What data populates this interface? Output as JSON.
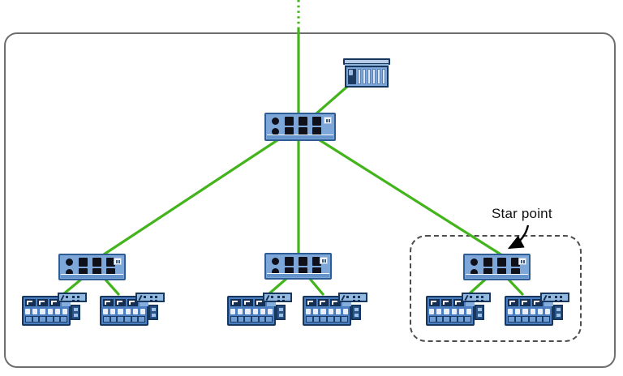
{
  "annotation": {
    "star_point_label": "Star point"
  },
  "topology": {
    "controller": {
      "icon": "plc-rack-icon",
      "connected_to": "central-switch"
    },
    "central_switch": {
      "icon": "ethernet-switch-icon",
      "uplink": "dotted-line-exiting-top-of-frame"
    },
    "branches": [
      {
        "switch": "switch-left",
        "icon": "ethernet-switch-icon",
        "io_devices": 2
      },
      {
        "switch": "switch-middle",
        "icon": "ethernet-switch-icon",
        "io_devices": 2
      },
      {
        "switch": "switch-right-star-point",
        "icon": "ethernet-switch-icon",
        "io_devices": 2,
        "annotated_as": "Star point",
        "enclosed_in_dashed_outline": true
      }
    ],
    "io_device_icon": "remote-io-module-icon",
    "link_style": "solid-green-line",
    "uplink_style": "dotted-green-line"
  },
  "colors": {
    "link_green": "#44b41d",
    "frame_border": "#6e6e6e",
    "dashed_border": "#4d4d4d",
    "switch_fill": "#7da7d9",
    "switch_border": "#2e5c94",
    "switch_base": "#6593cb",
    "port_dark": "#10101a",
    "label_bg": "#f2f6fb",
    "io_fill": "#4a7ec0",
    "io_border": "#17375e",
    "io_band_sq": "#142f52",
    "io_slat": "#6f9ed6",
    "io_slat_bg": "#1c3c66",
    "io_white": "#e9eff8",
    "attachment_fill": "#93b9e0",
    "side_block_fill": "#2a5486",
    "side_block_sq": "#9cc0e8",
    "plc_lid": "#b6cbe6",
    "plc_body": "#7da7d9",
    "plc_slot": "#dce6f2",
    "plc_cpu": "#1d3a63",
    "arrow_black": "#000000"
  }
}
